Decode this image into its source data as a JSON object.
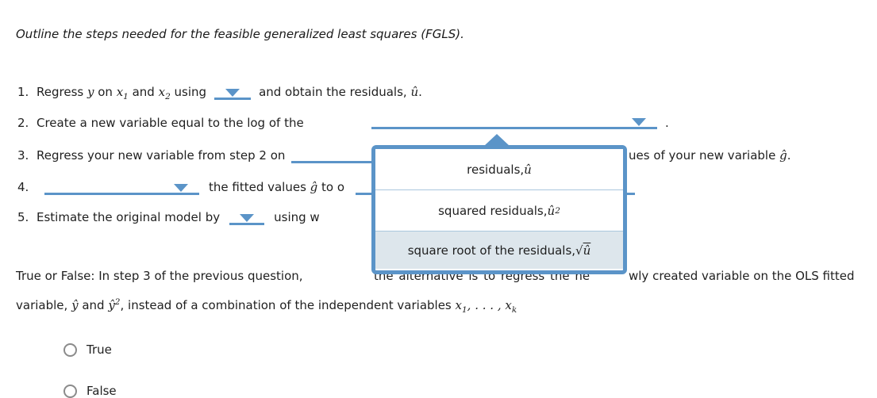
{
  "title": "Outline the steps needed for the feasible generalized least squares (FGLS).",
  "steps": {
    "s1": {
      "num": "1.",
      "t1": "Regress ",
      "m1": "y",
      "t2": " on ",
      "m2": "x",
      "sub2": "1",
      "t3": " and ",
      "m3": "x",
      "sub3": "2",
      "t4": " using",
      "t5": "and obtain the residuals, ",
      "m4": "û",
      "t6": "."
    },
    "s2": {
      "num": "2.",
      "t1": "Create a new variable equal to the log of the",
      "t2": "."
    },
    "s3": {
      "num": "3.",
      "t1": "Regress your new variable from step 2 on",
      "right_t1": "ues of your new variable ",
      "right_m1": "ĝ",
      "right_t2": "."
    },
    "s4": {
      "num": "4.",
      "t1": "the fitted values ",
      "m1": "ĝ",
      "t2": " to o"
    },
    "s5": {
      "num": "5.",
      "t1": "Estimate the original model by",
      "t2": "using w"
    }
  },
  "dropdown_menu": {
    "options": [
      {
        "label": "residuals, ",
        "math": "û"
      },
      {
        "label": "squared residuals, ",
        "math": "û",
        "sup": "2"
      },
      {
        "label": "square root of the residuals, ",
        "root": "√",
        "arg": "û"
      }
    ],
    "highlighted_option": "square root of the residuals, √û"
  },
  "question": {
    "seg1": "True or False: In step 3 of the previous question,",
    "seg2": "the alternative is to regress the ne",
    "seg3": "wly created variable on the OLS fitted",
    "l2_t1": "variable, ",
    "l2_m1": "ŷ",
    "l2_t2": " and ",
    "l2_m2": "ŷ",
    "l2_sup": "2",
    "l2_t3": ", instead of a combination of the independent variables ",
    "l2_m3": "x",
    "l2_sub3": "1",
    "l2_t4": ", . . . , ",
    "l2_m4": "x",
    "l2_sub4": "k"
  },
  "radio_options": [
    {
      "label": "True"
    },
    {
      "label": "False"
    }
  ],
  "colors": {
    "accent": "#5b94c8",
    "highlight_row_bg": "#dde6ec",
    "row_divider": "#aac7de",
    "text": "#1f1f1f"
  }
}
